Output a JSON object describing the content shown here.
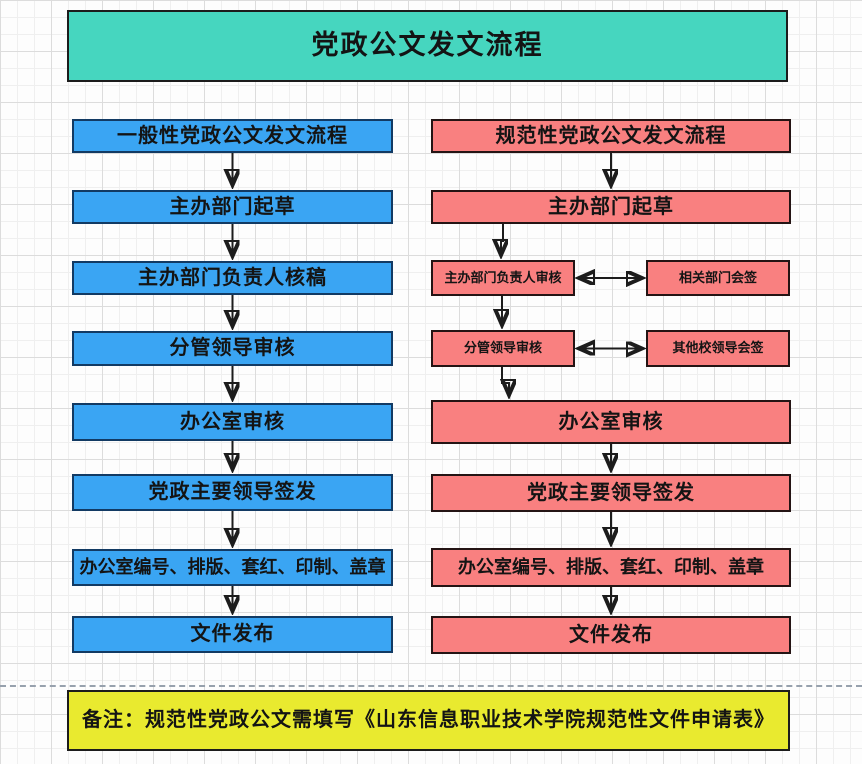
{
  "title": {
    "text": "党政公文发文流程"
  },
  "colors": {
    "title_bg": "#46d6bf",
    "general_bg": "#3aa5f3",
    "general_border": "#123a63",
    "normative_bg": "#f98080",
    "note_bg": "#e9ea2f"
  },
  "general_flow": {
    "header": "一般性党政公文发文流程",
    "steps": [
      "主办部门起草",
      "主办部门负责人核稿",
      "分管领导审核",
      "办公室审核",
      "党政主要领导签发",
      "办公室编号、排版、套红、印制、盖章",
      "文件发布"
    ]
  },
  "normative_flow": {
    "header": "规范性党政公文发文流程",
    "steps": [
      "主办部门起草",
      "主办部门负责人审核",
      "相关部门会签",
      "分管领导审核",
      "其他校领导会签",
      "办公室审核",
      "党政主要领导签发",
      "办公室编号、排版、套红、印制、盖章",
      "文件发布"
    ]
  },
  "note": {
    "text": "备注：规范性党政公文需填写《山东信息职业技术学院规范性文件申请表》"
  }
}
